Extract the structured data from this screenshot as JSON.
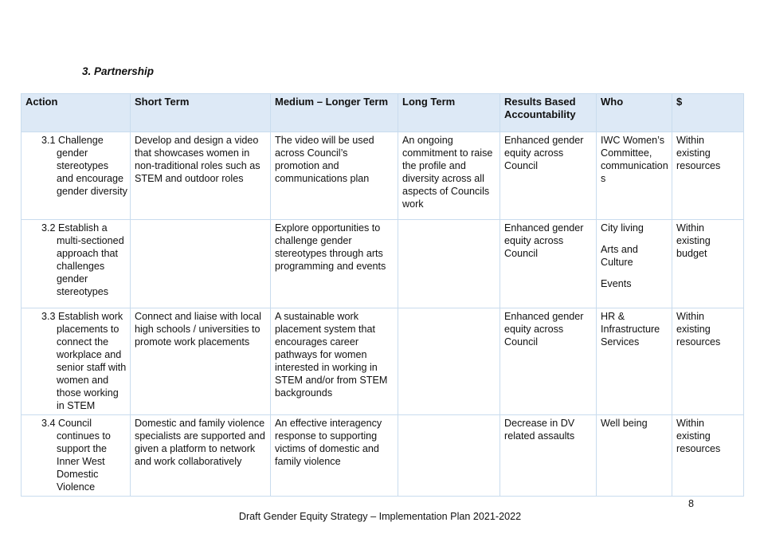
{
  "heading": "3.  Partnership",
  "columns": [
    "Action",
    "Short Term",
    "Medium – Longer Term",
    "Long Term",
    "Results Based Accountability",
    "Who",
    "$"
  ],
  "rows": [
    {
      "action": "3.1 Challenge gender stereotypes and encourage gender diversity",
      "short": "Develop and design a video that showcases women in non-traditional roles such as STEM and outdoor roles",
      "medium": "The video will be used across Council’s promotion and communications plan",
      "long": "An ongoing commitment to raise the profile and diversity across all aspects of Councils work",
      "rba": "Enhanced gender equity across Council",
      "who": [
        "IWC Women’s Committee, communication s"
      ],
      "cost": "Within existing resources"
    },
    {
      "action": "3.2 Establish a multi-sectioned approach that challenges gender stereotypes",
      "short": "",
      "medium": "Explore opportunities to challenge gender stereotypes through arts programming and events",
      "long": "",
      "rba": "Enhanced gender equity across Council",
      "who": [
        "City living",
        "Arts and Culture",
        "Events"
      ],
      "cost": "Within existing budget"
    },
    {
      "action": "3.3 Establish work placements to connect the workplace and senior staff with women and those working in STEM",
      "short": "Connect and liaise with local high schools / universities to promote work placements",
      "medium": "A sustainable work placement system that encourages career pathways for women interested in working in STEM and/or from STEM backgrounds",
      "long": "",
      "rba": "Enhanced gender equity across Council",
      "who": [
        "HR & Infrastructure Services"
      ],
      "cost": "Within existing resources"
    },
    {
      "action": "3.4 Council continues to support the Inner West Domestic Violence",
      "short": "Domestic and family violence specialists are supported and given a platform to network and work collaboratively",
      "medium": "An effective interagency response to supporting victims of domestic and family violence",
      "long": "",
      "rba": "Decrease in DV related assaults",
      "who": [
        "Well being"
      ],
      "cost": "Within existing resources"
    }
  ],
  "page_number": "8",
  "footer": "Draft Gender Equity Strategy – Implementation Plan 2021-2022"
}
